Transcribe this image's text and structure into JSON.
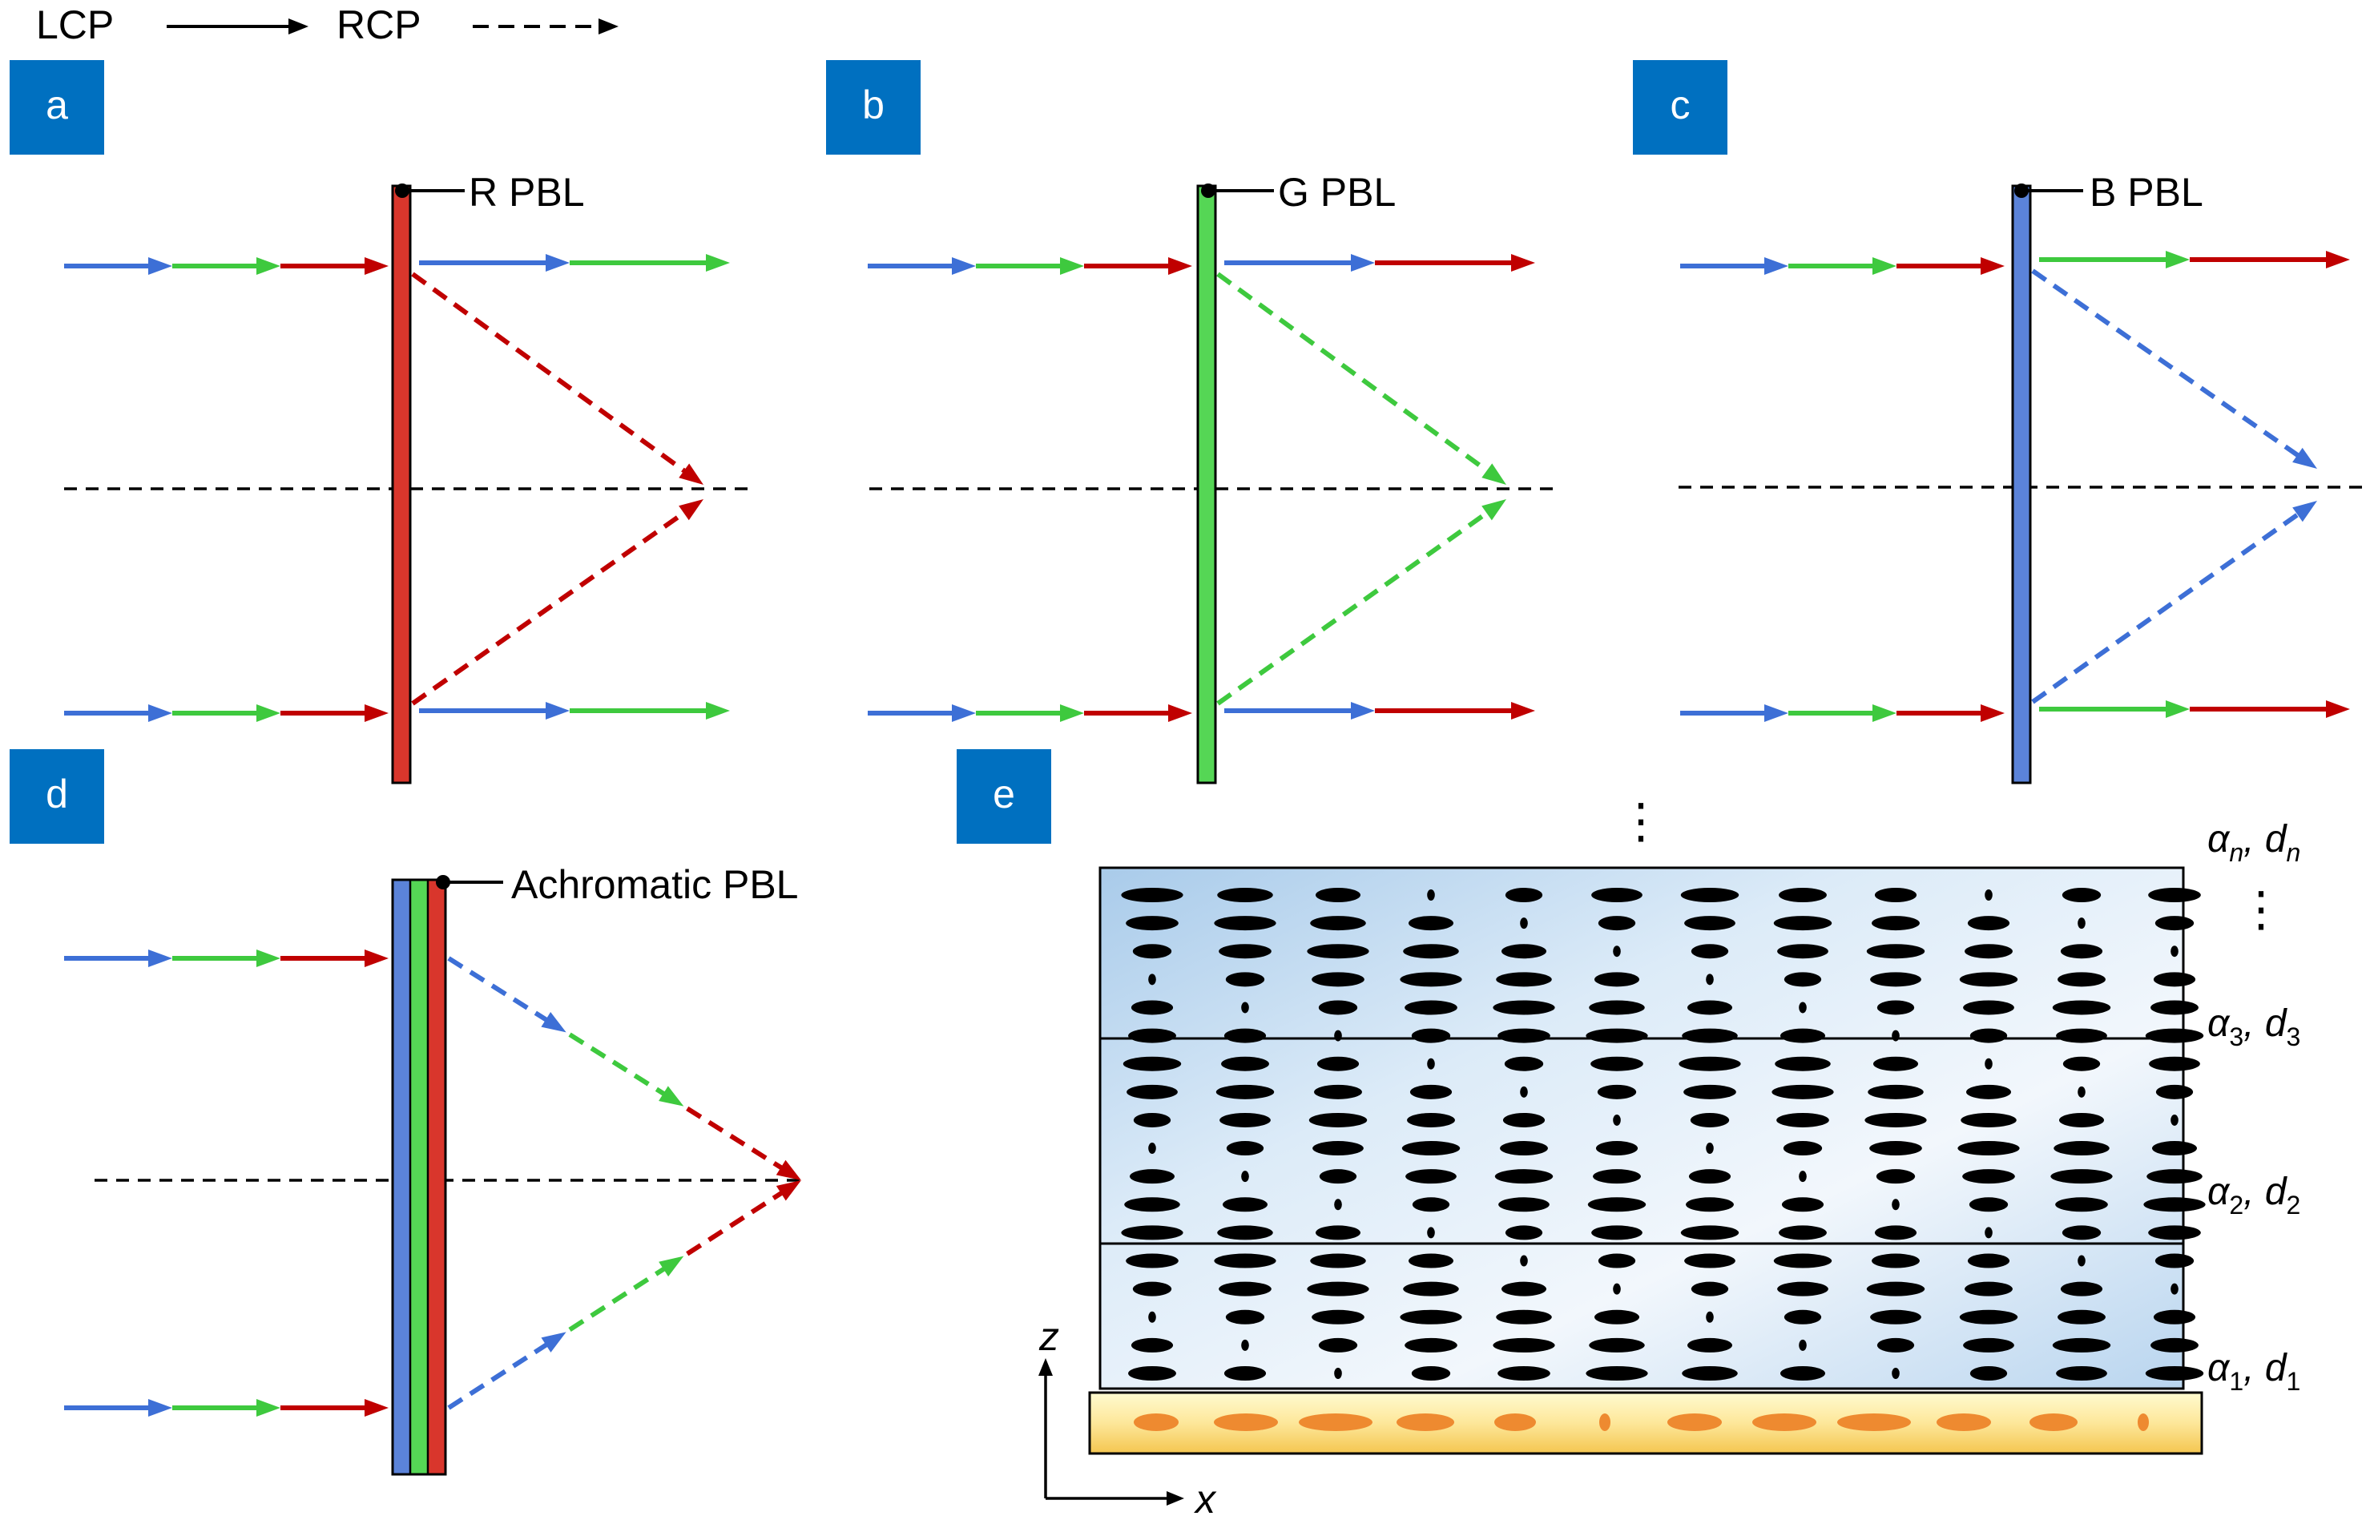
{
  "legend": {
    "solid_label": "LCP",
    "dashed_label": "RCP"
  },
  "colors": {
    "red": "#c00000",
    "green": "#3ec93e",
    "blue": "#3d6fd6",
    "red_lens": "#d9362c",
    "green_lens": "#55d655",
    "blue_lens": "#5b83d9",
    "badge": "#0070c0"
  },
  "panels": [
    {
      "badge": "a",
      "lens_label": "R PBL"
    },
    {
      "badge": "b",
      "lens_label": "G PBL"
    },
    {
      "badge": "c",
      "lens_label": "B PBL"
    },
    {
      "badge": "d",
      "lens_label": "Achromatic PBL"
    },
    {
      "badge": "e"
    }
  ],
  "layers": {
    "labels": [
      {
        "greek": "α",
        "sub": "n",
        "d": "d",
        "dsub": "n"
      },
      {
        "greek": "α",
        "sub": "3",
        "d": "d",
        "dsub": "3"
      },
      {
        "greek": "α",
        "sub": "2",
        "d": "d",
        "dsub": "2"
      },
      {
        "greek": "α",
        "sub": "1",
        "d": "d",
        "dsub": "1"
      }
    ],
    "ellipsis": "⋮",
    "axis_z": "z",
    "axis_x": "x"
  }
}
